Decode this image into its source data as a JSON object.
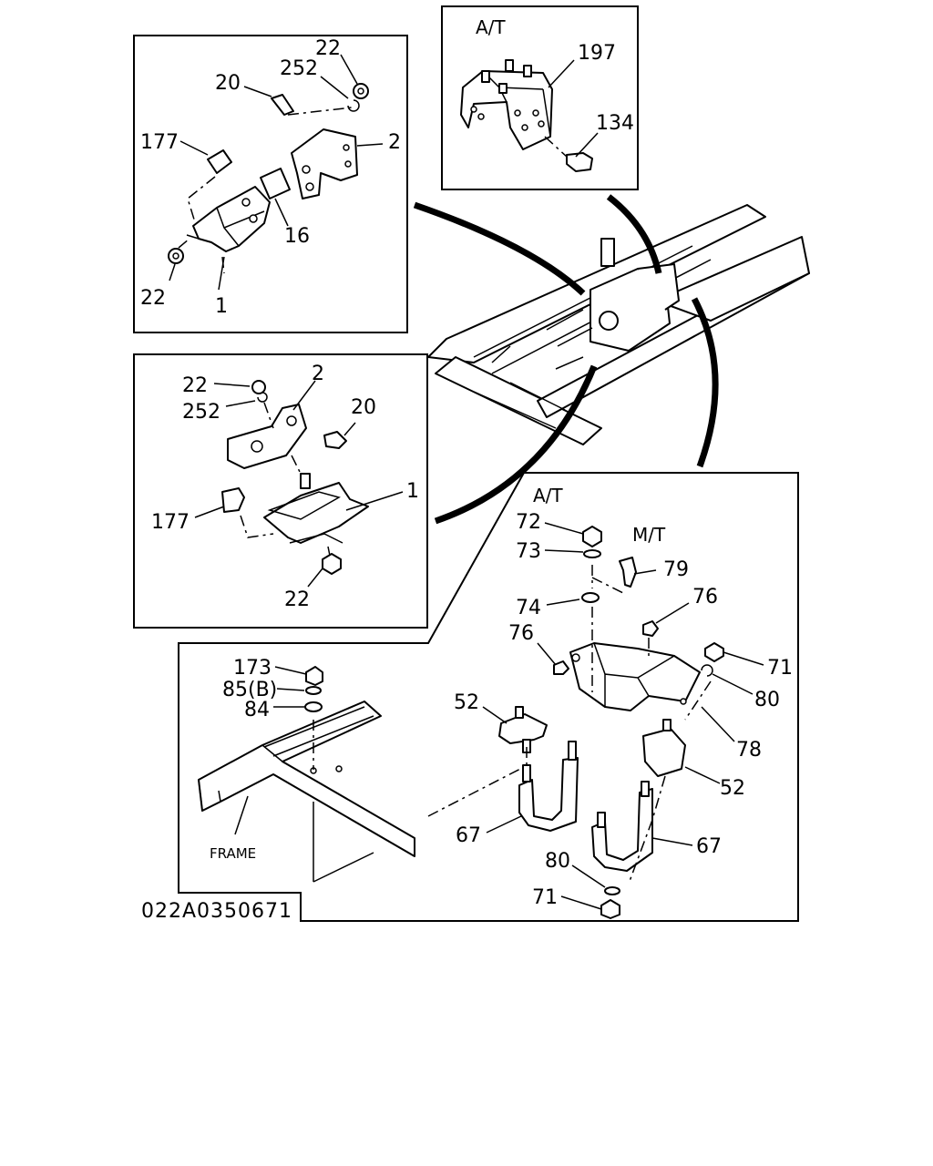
{
  "diagram_id": "022A0350671",
  "panel_top_left": {
    "labels": {
      "p22a": "22",
      "p252": "252",
      "p20": "20",
      "p177": "177",
      "p2": "2",
      "p16": "16",
      "p22b": "22",
      "p1": "1"
    }
  },
  "panel_top_right": {
    "variant": "A/T",
    "labels": {
      "p197": "197",
      "p134": "134"
    }
  },
  "panel_mid_left": {
    "labels": {
      "p22a": "22",
      "p2": "2",
      "p252": "252",
      "p20": "20",
      "p1": "1",
      "p177": "177",
      "p22b": "22"
    }
  },
  "panel_bottom": {
    "variant_at": "A/T",
    "variant_mt": "M/T",
    "frame_label": "FRAME",
    "labels": {
      "p72": "72",
      "p73": "73",
      "p79": "79",
      "p74": "74",
      "p76a": "76",
      "p76b": "76",
      "p71a": "71",
      "p80a": "80",
      "p173": "173",
      "p85b": "85(B)",
      "p84": "84",
      "p52a": "52",
      "p78": "78",
      "p52b": "52",
      "p67a": "67",
      "p67b": "67",
      "p80b": "80",
      "p71b": "71"
    }
  }
}
